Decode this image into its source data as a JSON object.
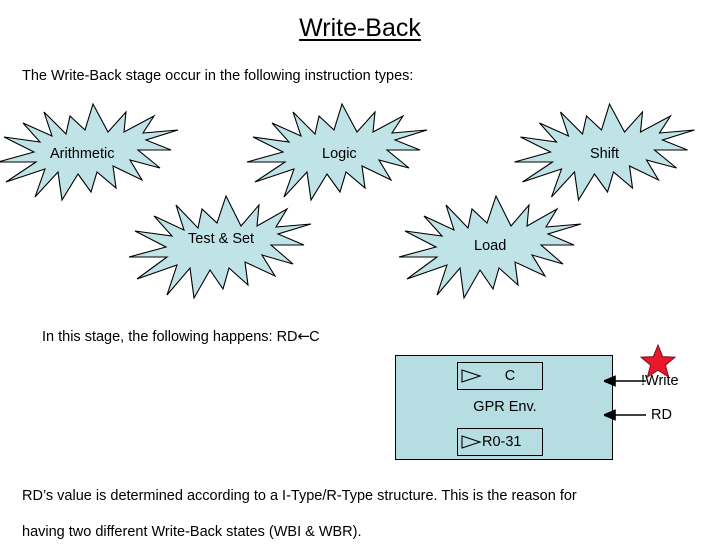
{
  "slide": {
    "title": "Write-Back",
    "intro_text": "The Write-Back stage occur in the following instruction types:",
    "stage_text_prefix": "In this stage, the following happens: RD",
    "stage_arrow": "←",
    "stage_text_suffix": "C",
    "closing_line_1": "RD’s value is determined according to a I-Type/R-Type structure. This is the reason for",
    "closing_line_2": "having two different Write-Back states (WBI & WBR)."
  },
  "bursts": [
    {
      "id": "arithmetic",
      "label": "Arithmetic"
    },
    {
      "id": "logic",
      "label": "Logic"
    },
    {
      "id": "shift",
      "label": "Shift"
    },
    {
      "id": "testset",
      "label": "Test & Set"
    },
    {
      "id": "load",
      "label": "Load"
    }
  ],
  "gpr_box": {
    "title": "GPR Env.",
    "top_register": "C",
    "bottom_register": "R0-31",
    "top_icon": "buffer-triangle-icon",
    "bottom_icon": "buffer-triangle-icon"
  },
  "signals": [
    {
      "id": "write",
      "label": "!Write",
      "icon": "left-arrow-icon"
    },
    {
      "id": "rd",
      "label": "RD",
      "icon": "left-arrow-icon"
    }
  ],
  "decoration": {
    "star_icon": "red-star-icon"
  },
  "colors": {
    "burst_fill": "#bfe3e6",
    "box_fill": "#b6dee2",
    "star_fill": "#e8192c",
    "outline": "#000000",
    "background": "#ffffff",
    "text": "#000000"
  }
}
